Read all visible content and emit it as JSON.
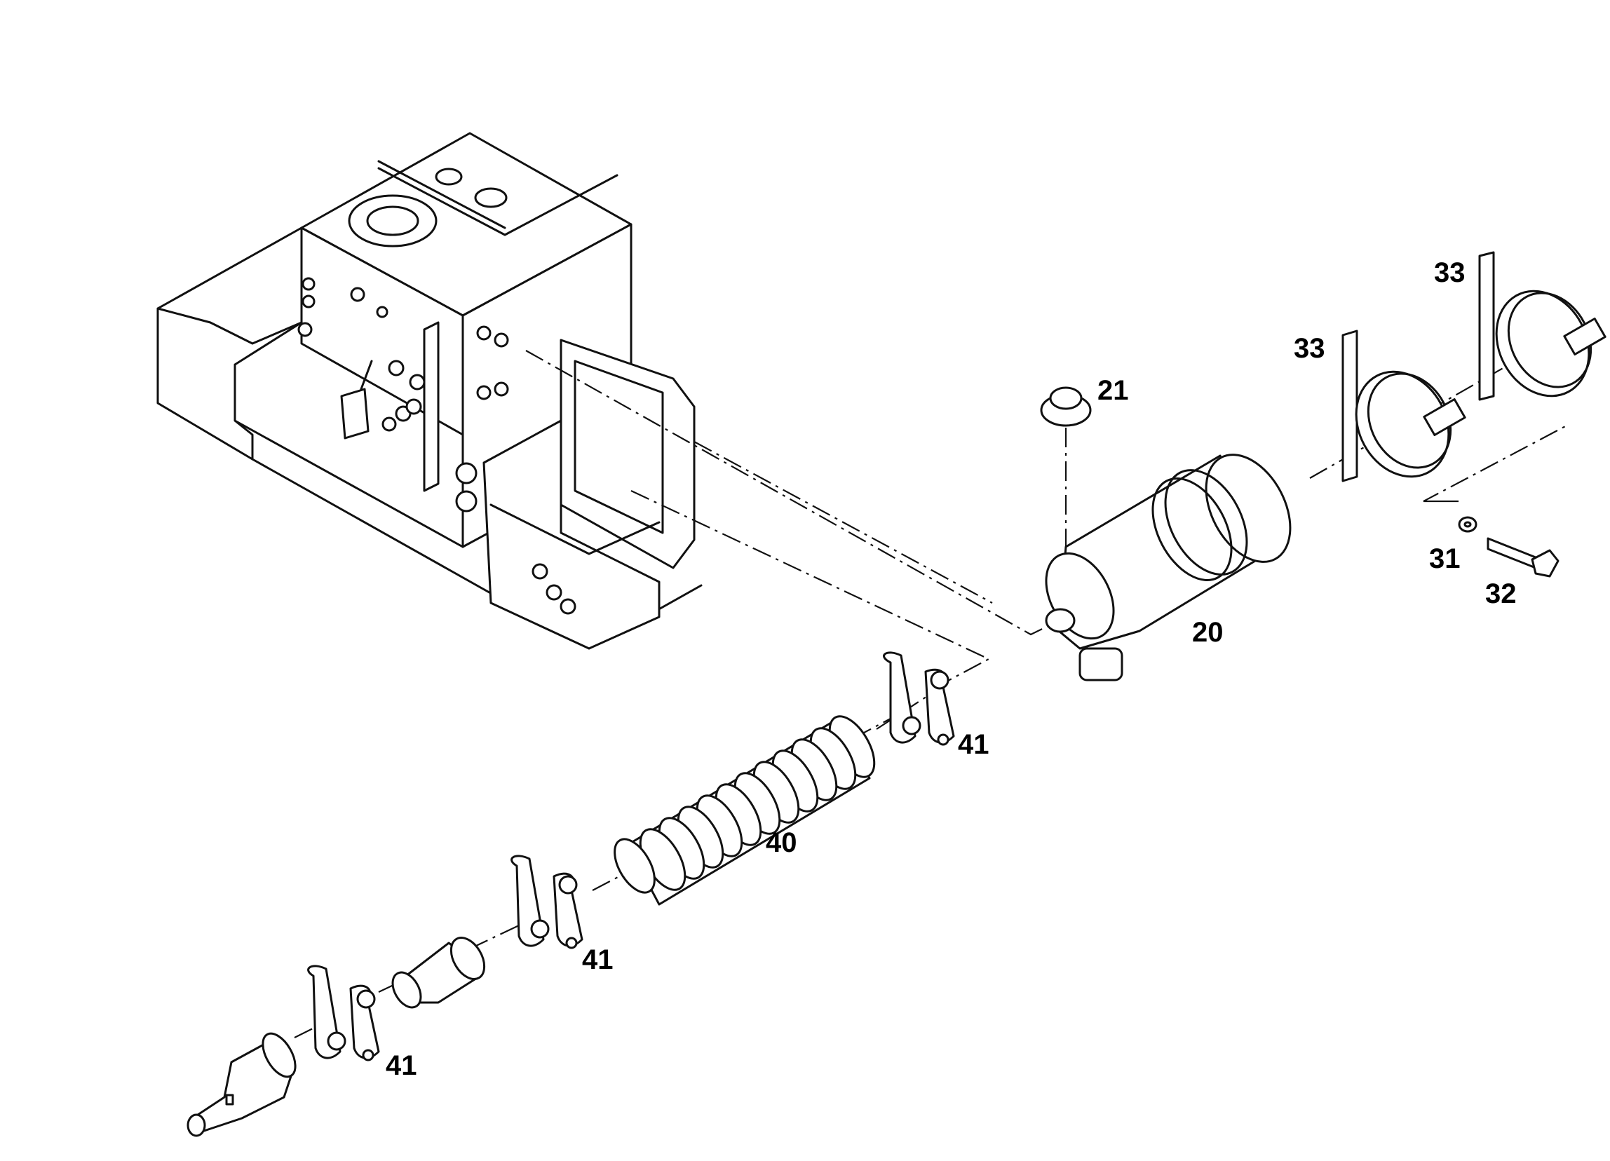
{
  "callouts": {
    "c20": "20",
    "c21": "21",
    "c31": "31",
    "c32": "32",
    "c33a": "33",
    "c33b": "33",
    "c40": "40",
    "c41a": "41",
    "c41b": "41",
    "c41c": "41"
  }
}
